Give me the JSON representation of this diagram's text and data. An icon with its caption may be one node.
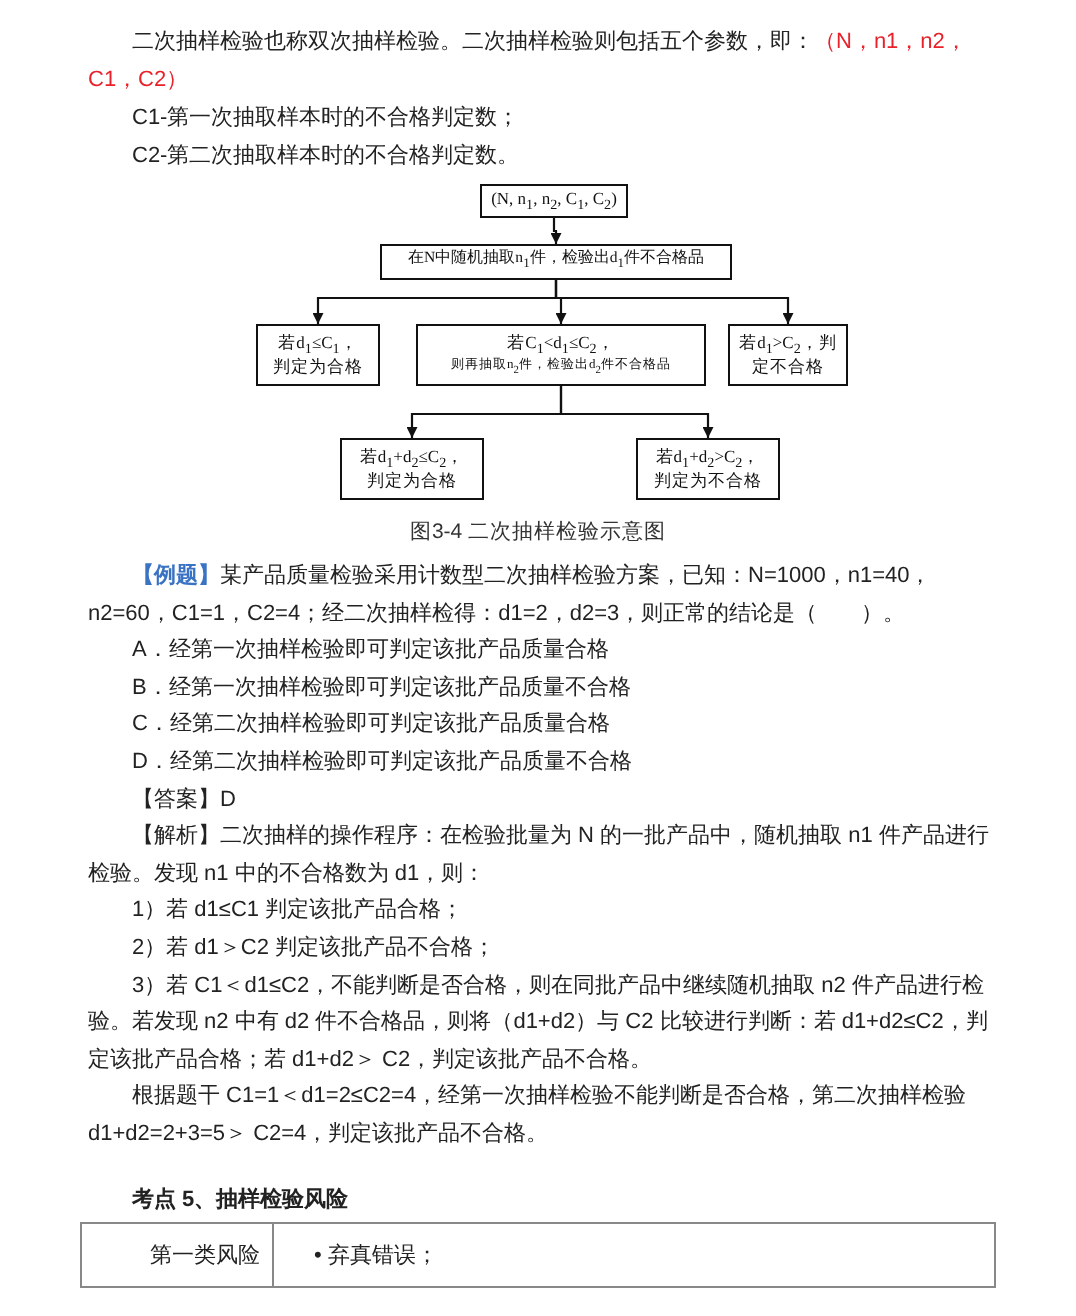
{
  "diagram": {
    "caption": "图3-4 二次抽样检验示意图",
    "nodes": [
      {
        "text": [
          "(N, n$_{1}$, n$_{2}$, C$_{1}$, C$_{2}$)"
        ]
      },
      {
        "text": [
          "在N中随机抽取n$_{1}$件，检验出d$_{1}$件不合格品"
        ]
      },
      {
        "text": [
          "若d$_{1}$≤C$_{1}$，判定为合格"
        ]
      },
      {
        "text": [
          "若C$_{1}$<d$_{1}$≤C$_{2}$，",
          "则再抽取n$_{2}$件，检验出d$_{2}$件不合格品"
        ]
      },
      {
        "text": [
          "若d$_{1}$>C$_{2}$，判定不合格"
        ]
      },
      {
        "text": [
          "若d$_{1}$+d$_{2}$≤C$_{2}$，判定为合格"
        ]
      },
      {
        "text": [
          "若d$_{1}$+d$_{2}$>C$_{2}$，判定为不合格"
        ]
      }
    ],
    "edges": [
      {
        "from": 0,
        "to": 1,
        "arrow": "to"
      },
      {
        "from": 1,
        "to": 2,
        "arrow": "to"
      },
      {
        "from": 1,
        "to": 3,
        "arrow": "to"
      },
      {
        "from": 1,
        "to": 4,
        "arrow": "to"
      },
      {
        "from": 3,
        "to": 5,
        "arrow": "to"
      },
      {
        "from": 3,
        "to": 6,
        "arrow": "to"
      }
    ],
    "labels": [
      "二次抽样检验也称双次抽样检验。二次抽样检验则包括五个参数，即：",
      "（N，n1，n2，C1，C2）",
      "C1-第一次抽取样本时的不合格判定数；",
      "C2-第二次抽取样本时的不合格判定数。",
      "【例题】",
      "某产品质量检验采用计数型二次抽样检验方案，已知：N=1000，n1=40，n2=60，C1=1，C2=4；经二次抽样检得：d1=2，d2=3，则正常的结论是（　　）。",
      "A．经第一次抽样检验即可判定该批产品质量合格",
      "B．经第一次抽样检验即可判定该批产品质量不合格",
      "C．经第二次抽样检验即可判定该批产品质量合格",
      "D．经第二次抽样检验即可判定该批产品质量不合格",
      "【答案】D",
      "【解析】二次抽样的操作程序：在检验批量为 N 的一批产品中，随机抽取 n1 件产品进行检验。发现 n1 中的不合格数为 d1，则：",
      "1）若 d1≤C1 判定该批产品合格；",
      "2）若 d1＞C2 判定该批产品不合格；",
      "3）若 C1＜d1≤C2，不能判断是否合格，则在同批产品中继续随机抽取 n2 件产品进行检验。若发现 n2 中有 d2 件不合格品，则将（d1+d2）与 C2 比较进行判断：若 d1+d2≤C2，判定该批产品合格；若 d1+d2＞ C2，判定该批产品不合格。",
      "根据题干 C1=1＜d1=2≤C2=4，经第一次抽样检验不能判断是否合格，第二次抽样检验 d1+d2=2+3=5＞ C2=4，判定该批产品不合格。",
      "考点 5、抽样检验风险",
      "第一类风险",
      "• 弃真错误；"
    ]
  }
}
